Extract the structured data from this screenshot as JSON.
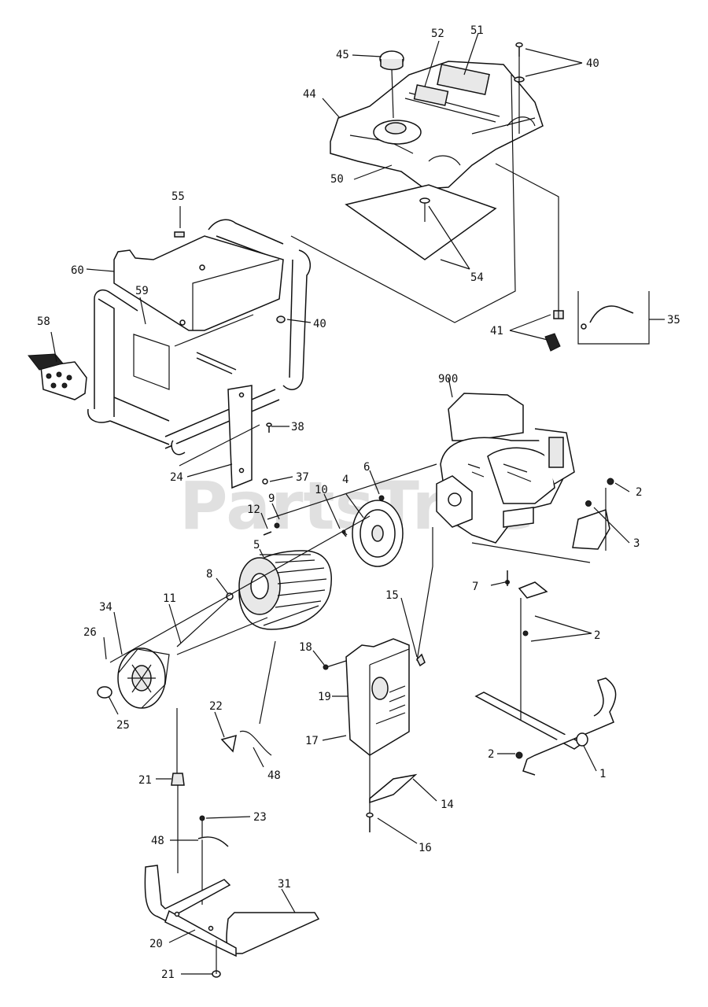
{
  "watermark": {
    "text": "PartsTree",
    "trademark": "™"
  },
  "callouts": [
    "40",
    "45",
    "52",
    "51",
    "44",
    "50",
    "54",
    "55",
    "60",
    "59",
    "58",
    "40b",
    "35",
    "41",
    "900",
    "38",
    "2",
    "3",
    "37",
    "24",
    "6",
    "4",
    "10",
    "9",
    "12",
    "5",
    "8",
    "7",
    "11",
    "34",
    "26",
    "15",
    "2b",
    "18",
    "19",
    "17",
    "25",
    "22",
    "21",
    "48",
    "2c",
    "1",
    "14",
    "16",
    "23",
    "48b",
    "31",
    "20",
    "21b"
  ]
}
